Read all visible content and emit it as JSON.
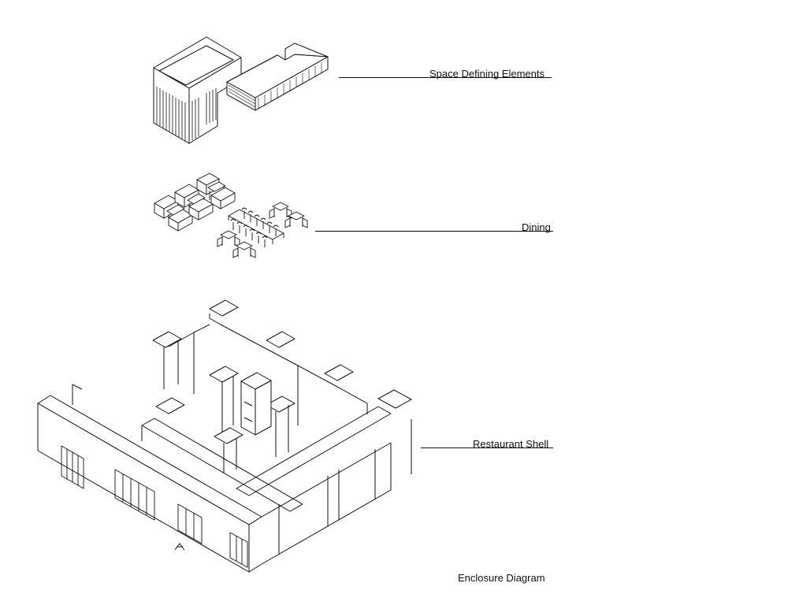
{
  "layers": [
    {
      "id": "space-defining-elements",
      "label": "Space Defining Elements"
    },
    {
      "id": "dining",
      "label": "Dining"
    },
    {
      "id": "restaurant-shell",
      "label": "Restaurant Shell"
    }
  ],
  "title": "Enclosure Diagram",
  "annotations": {
    "section_marker": "A"
  },
  "colors": {
    "line": "#111111",
    "background": "#ffffff"
  }
}
